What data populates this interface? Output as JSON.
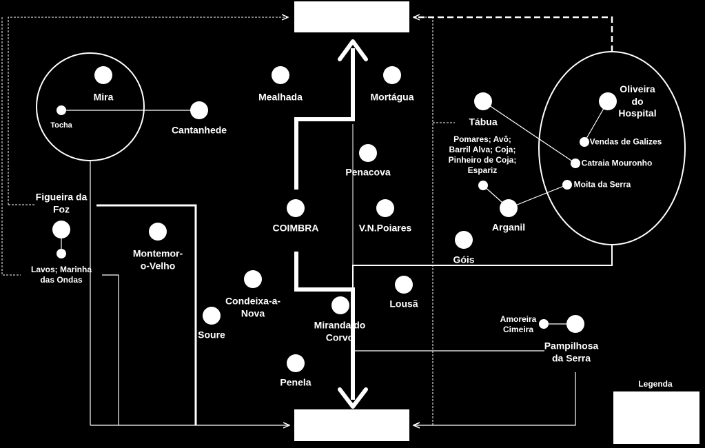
{
  "towns": {
    "mira": "Mira",
    "tocha": "Tocha",
    "cantanhede": "Cantanhede",
    "mealhada": "Mealhada",
    "mortagua": "Mortágua",
    "tabua": "Tábua",
    "oliveira": "Oliveira\ndo\nHospital",
    "vendas": "Vendas de Galizes",
    "catraia": "Catraia Mouronho",
    "moita": "Moita da Serra",
    "pomares": "Pomares; Avô;\nBarril Alva; Coja;\nPinheiro de Coja;\nEspariz",
    "penacova": "Penacova",
    "figueira": "Figueira da\nFoz",
    "coimbra": "COIMBRA",
    "vnpoiares": "V.N.Poiares",
    "arganil": "Arganil",
    "montemor": "Montemor-\no-Velho",
    "gois": "Góis",
    "lavos": "Lavos; Marinha\ndas Ondas",
    "condeixa": "Condeixa-a-\nNova",
    "lousa": "Lousã",
    "miranda": "Miranda do\nCorvo",
    "soure": "Soure",
    "amoreira": "Amoreira\nCimeira",
    "pampilhosa": "Pampilhosa\nda Serra",
    "penela": "Penela"
  },
  "legend": {
    "title": "Legenda"
  },
  "colors": {
    "background": "#000000",
    "foreground": "#ffffff"
  }
}
